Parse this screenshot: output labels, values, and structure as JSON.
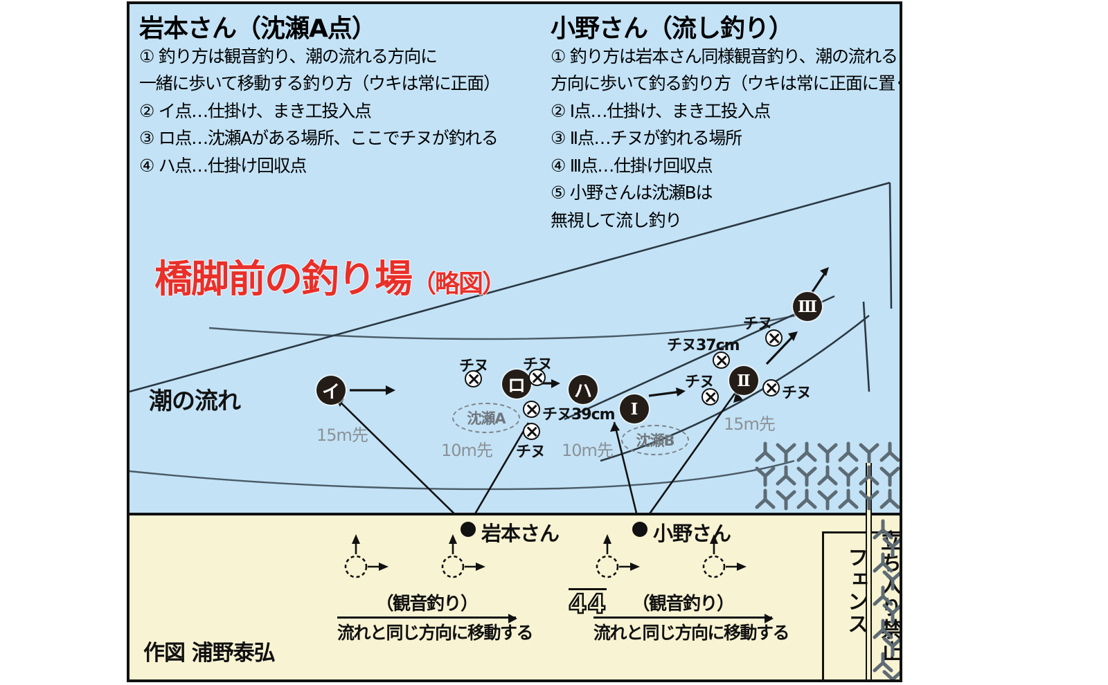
{
  "figure": {
    "headline_main": "橋脚前の釣り場",
    "headline_sub": "（略図）",
    "credit": "作図 浦野泰弘",
    "tide_label": "潮の流れ",
    "colors": {
      "water": "#c3e2f6",
      "land": "#f8f3d2",
      "headline_red": "#e8302a",
      "marker": "#241c16",
      "distance_gray": "#8b9196"
    }
  },
  "legend_left": {
    "title": "岩本さん（沈瀬A点）",
    "items": [
      "① 釣り方は観音釣り、潮の流れる方向に",
      "一緒に歩いて移動する釣り方（ウキは常に正面）",
      "② イ点…仕掛け、まき工投入点",
      "③ ロ点…沈瀬Aがある場所、ここでチヌが釣れる",
      "④ ハ点…仕掛け回収点"
    ]
  },
  "legend_right": {
    "title": "小野さん（流し釣り）",
    "items": [
      "① 釣り方は岩本さん同様観音釣り、潮の流れる",
      "方向に歩いて釣る釣り方（ウキは常に正面に置く）",
      "② Ⅰ点…仕掛け、まき工投入点",
      "③ Ⅱ点…チヌが釣れる場所",
      "④ Ⅲ点…仕掛け回収点",
      "⑤ 小野さんは沈瀬Bは",
      "無視して流し釣り"
    ]
  },
  "markers": [
    {
      "id": "i",
      "label": "イ"
    },
    {
      "id": "ro",
      "label": "ロ"
    },
    {
      "id": "ha",
      "label": "ハ"
    },
    {
      "id": "r1",
      "label": "Ⅰ"
    },
    {
      "id": "r2",
      "label": "Ⅱ"
    },
    {
      "id": "r3",
      "label": "Ⅲ"
    }
  ],
  "fish_labels": [
    {
      "id": "f1",
      "text": "チヌ"
    },
    {
      "id": "f2",
      "text": "チヌ"
    },
    {
      "id": "f3",
      "text": "チヌ39cm"
    },
    {
      "id": "f4",
      "text": "チヌ"
    },
    {
      "id": "f5",
      "text": "チヌ37cm"
    },
    {
      "id": "f6",
      "text": "チヌ"
    },
    {
      "id": "f7",
      "text": "チヌ"
    },
    {
      "id": "f8",
      "text": "チヌ"
    }
  ],
  "distances": [
    {
      "id": "d1",
      "text": "15m先"
    },
    {
      "id": "d2",
      "text": "10m先"
    },
    {
      "id": "d3",
      "text": "10m先"
    },
    {
      "id": "d4",
      "text": "15m先"
    }
  ],
  "shoals": [
    {
      "id": "sa",
      "text": "沈瀬A"
    },
    {
      "id": "sb",
      "text": "沈瀬B"
    }
  ],
  "anglers": [
    {
      "id": "a1",
      "name": "岩本さん"
    },
    {
      "id": "a2",
      "name": "小野さん"
    }
  ],
  "move_groups": [
    {
      "id": "m1",
      "caption": "（観音釣り）",
      "sub": "流れと同じ方向に移動する"
    },
    {
      "id": "m2",
      "caption": "（観音釣り）",
      "sub": "流れと同じ方向に移動する"
    }
  ],
  "pier_number": "44",
  "fence": {
    "label": "フェンス",
    "no_entry": "立ち入り禁止"
  }
}
